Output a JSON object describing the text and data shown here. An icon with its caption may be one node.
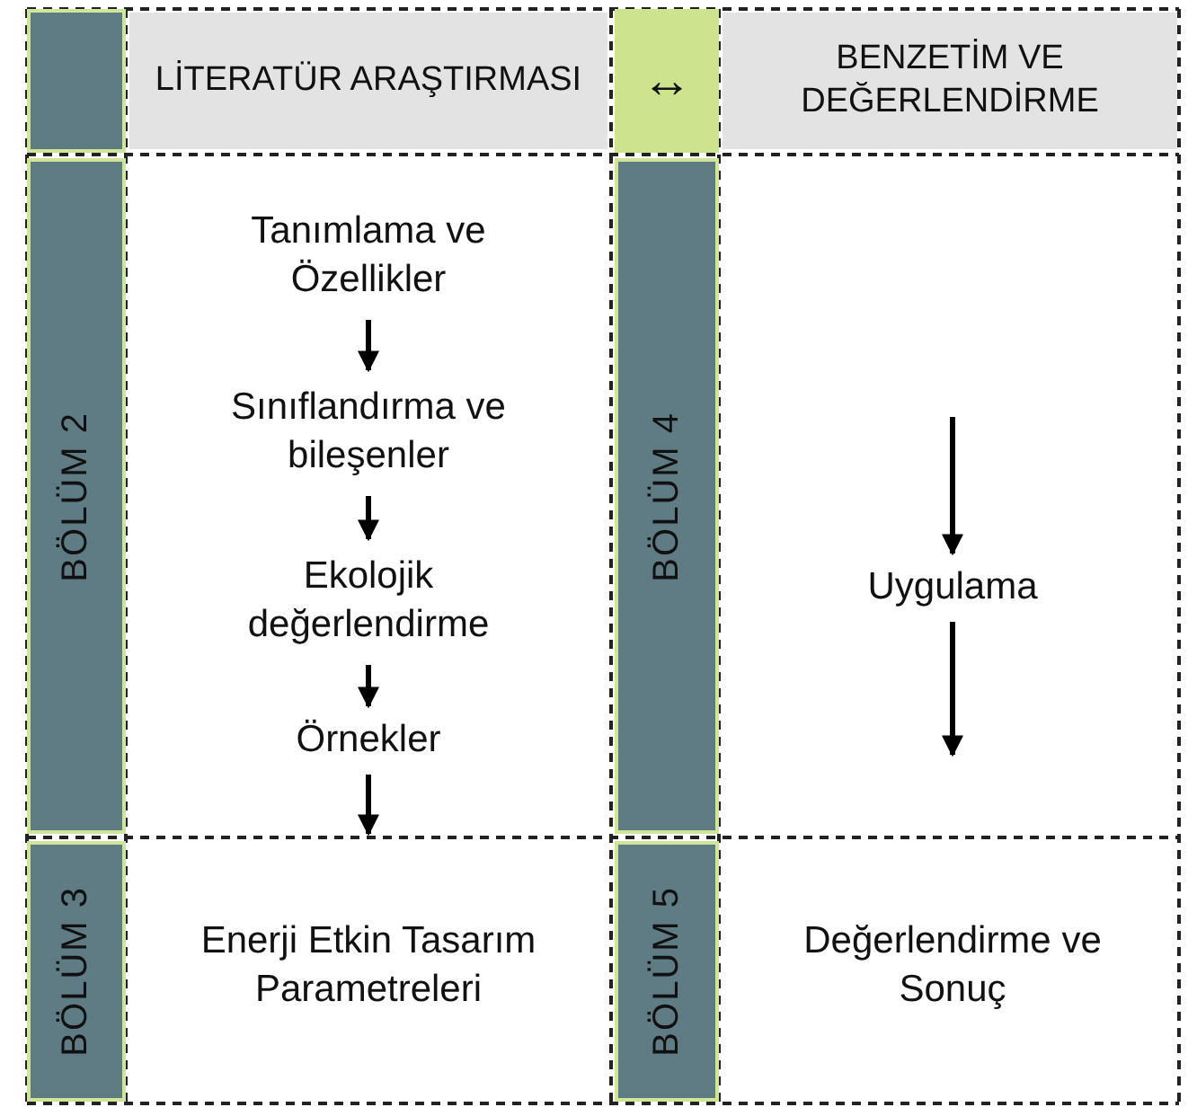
{
  "diagram": {
    "nodes": [
      {
        "text": [],
        "shape": "box"
      },
      {
        "text": [
          "LİTERATÜR ARAŞTIRMASI"
        ]
      },
      {
        "text": [
          "↔"
        ]
      },
      {
        "text": [
          "BENZETİM VE DEĞERLENDİRME"
        ]
      },
      {
        "text": [
          "BÖLÜM 2"
        ]
      },
      {
        "text": [
          "Tanımlama ve Özellikler"
        ]
      },
      {
        "text": [
          "Sınıflandırma ve bileşenler"
        ]
      },
      {
        "text": [
          "Ekolojik değerlendirme"
        ]
      },
      {
        "text": [
          "Örnekler"
        ]
      },
      {
        "text": [
          "BÖLÜM 4"
        ]
      },
      {
        "text": [
          "Uygulama"
        ]
      },
      {
        "text": [
          "BÖLÜM 3"
        ]
      },
      {
        "text": [
          "Enerji Etkin Tasarım Parametreleri"
        ]
      },
      {
        "text": [
          "BÖLÜM 5"
        ]
      },
      {
        "text": [
          "Değerlendirme ve Sonuç"
        ]
      }
    ],
    "edges": [
      {
        "from": 5,
        "to": 6,
        "arrow": "to"
      },
      {
        "from": 6,
        "to": 7,
        "arrow": "to"
      },
      {
        "from": 7,
        "to": 8,
        "arrow": "to"
      },
      {
        "from": 8,
        "to": null,
        "arrow": "to"
      },
      {
        "from": null,
        "to": 10,
        "arrow": "to"
      },
      {
        "from": 10,
        "to": null,
        "arrow": "to"
      }
    ]
  }
}
